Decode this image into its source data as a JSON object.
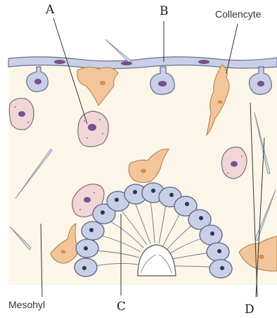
{
  "labels": {
    "a": "A",
    "b": "B",
    "collencyte": "Collencyte",
    "mesohyl": "Mesohyl",
    "c": "C",
    "d": "D"
  },
  "colors": {
    "mesohyl": "#fbf6e8",
    "cell_fill": "#c9cfe6",
    "cell_outline": "#6b7290",
    "nucleus": "#7a4f8f",
    "amoebocyte": "#f1d6d8",
    "collencyte": "#f2c69a",
    "spicule": "#b8bccb"
  }
}
